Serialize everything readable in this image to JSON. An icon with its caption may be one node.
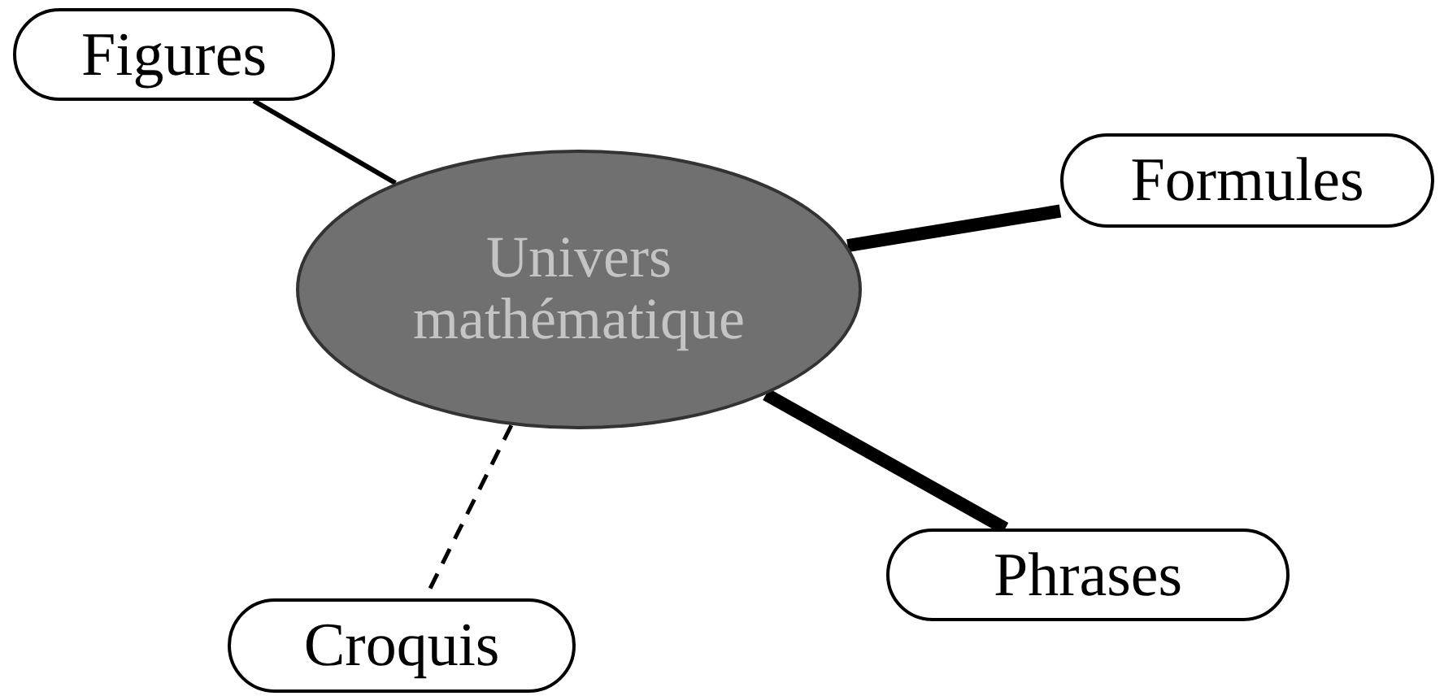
{
  "diagram": {
    "nodes": [
      {
        "text": [
          "Figures"
        ]
      },
      {
        "text": [
          "Formules"
        ]
      },
      {
        "text": [
          "Univers mathématique"
        ]
      },
      {
        "text": [
          "Phrases"
        ]
      },
      {
        "text": [
          "Croquis"
        ]
      }
    ],
    "edges": [
      {
        "from": 2,
        "to": 0,
        "arrow": "none"
      },
      {
        "from": 2,
        "to": 1,
        "arrow": "none",
        "style": "thick"
      },
      {
        "from": 2,
        "to": 3,
        "arrow": "none",
        "style": "thick"
      },
      {
        "from": 2,
        "to": 4,
        "arrow": "none",
        "style": "dashed"
      }
    ]
  }
}
